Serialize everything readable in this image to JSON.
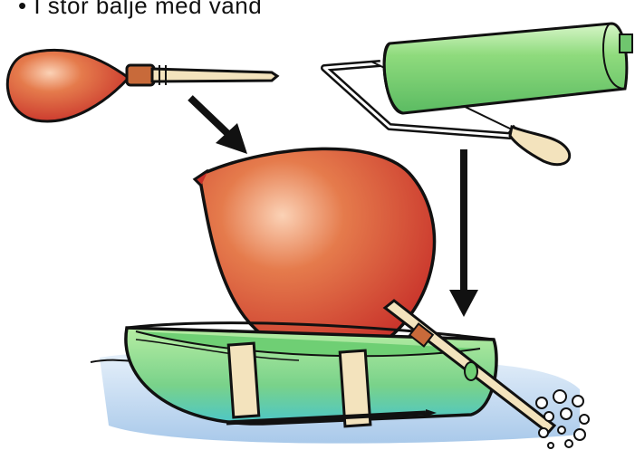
{
  "caption": "• I stor balje med vand",
  "colors": {
    "balloon": "#d9552f",
    "balloon_highlight": "#f6c0a0",
    "can_green": "#8fdb7d",
    "can_green_dark": "#4fb25a",
    "water": "#bcd7f0",
    "wood": "#f3e3bd",
    "outline": "#111111"
  },
  "icons": [
    "balloon-with-straw",
    "tin-can",
    "hacksaw",
    "down-arrow",
    "boat",
    "bubbles",
    "nail"
  ]
}
